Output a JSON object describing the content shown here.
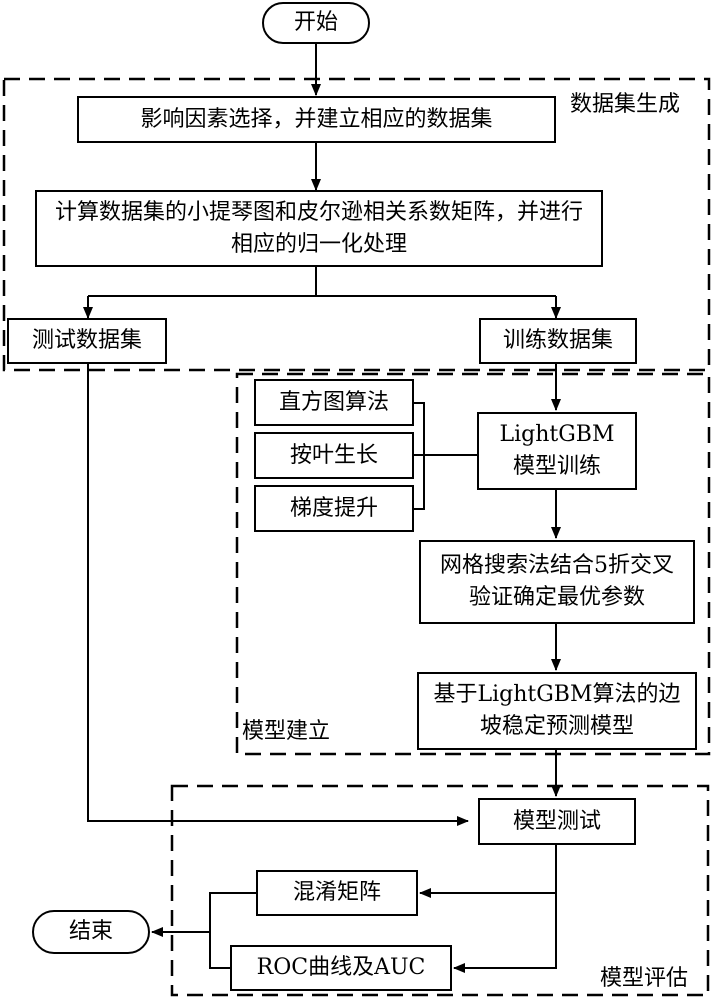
{
  "flowchart": {
    "start": "开始",
    "select_factors": "影响因素选择，并建立相应的数据集",
    "compute": "计算数据集的小提琴图和皮尔逊相关系数矩阵，并进行相应的归一化处理",
    "test_set": "测试数据集",
    "train_set": "训练数据集",
    "histogram": "直方图算法",
    "leafwise": "按叶生长",
    "gradient": "梯度提升",
    "lgbm_train": "LightGBM模型训练",
    "grid_search": "网格搜索法结合5折交叉验证确定最优参数",
    "slope_model": "基于LightGBM算法的边坡稳定预测模型",
    "model_test": "模型测试",
    "confusion": "混淆矩阵",
    "roc": "ROC曲线及AUC",
    "end": "结束"
  },
  "regions": {
    "dataset_generation": "数据集生成",
    "model_building": "模型建立",
    "model_evaluation": "模型评估"
  }
}
